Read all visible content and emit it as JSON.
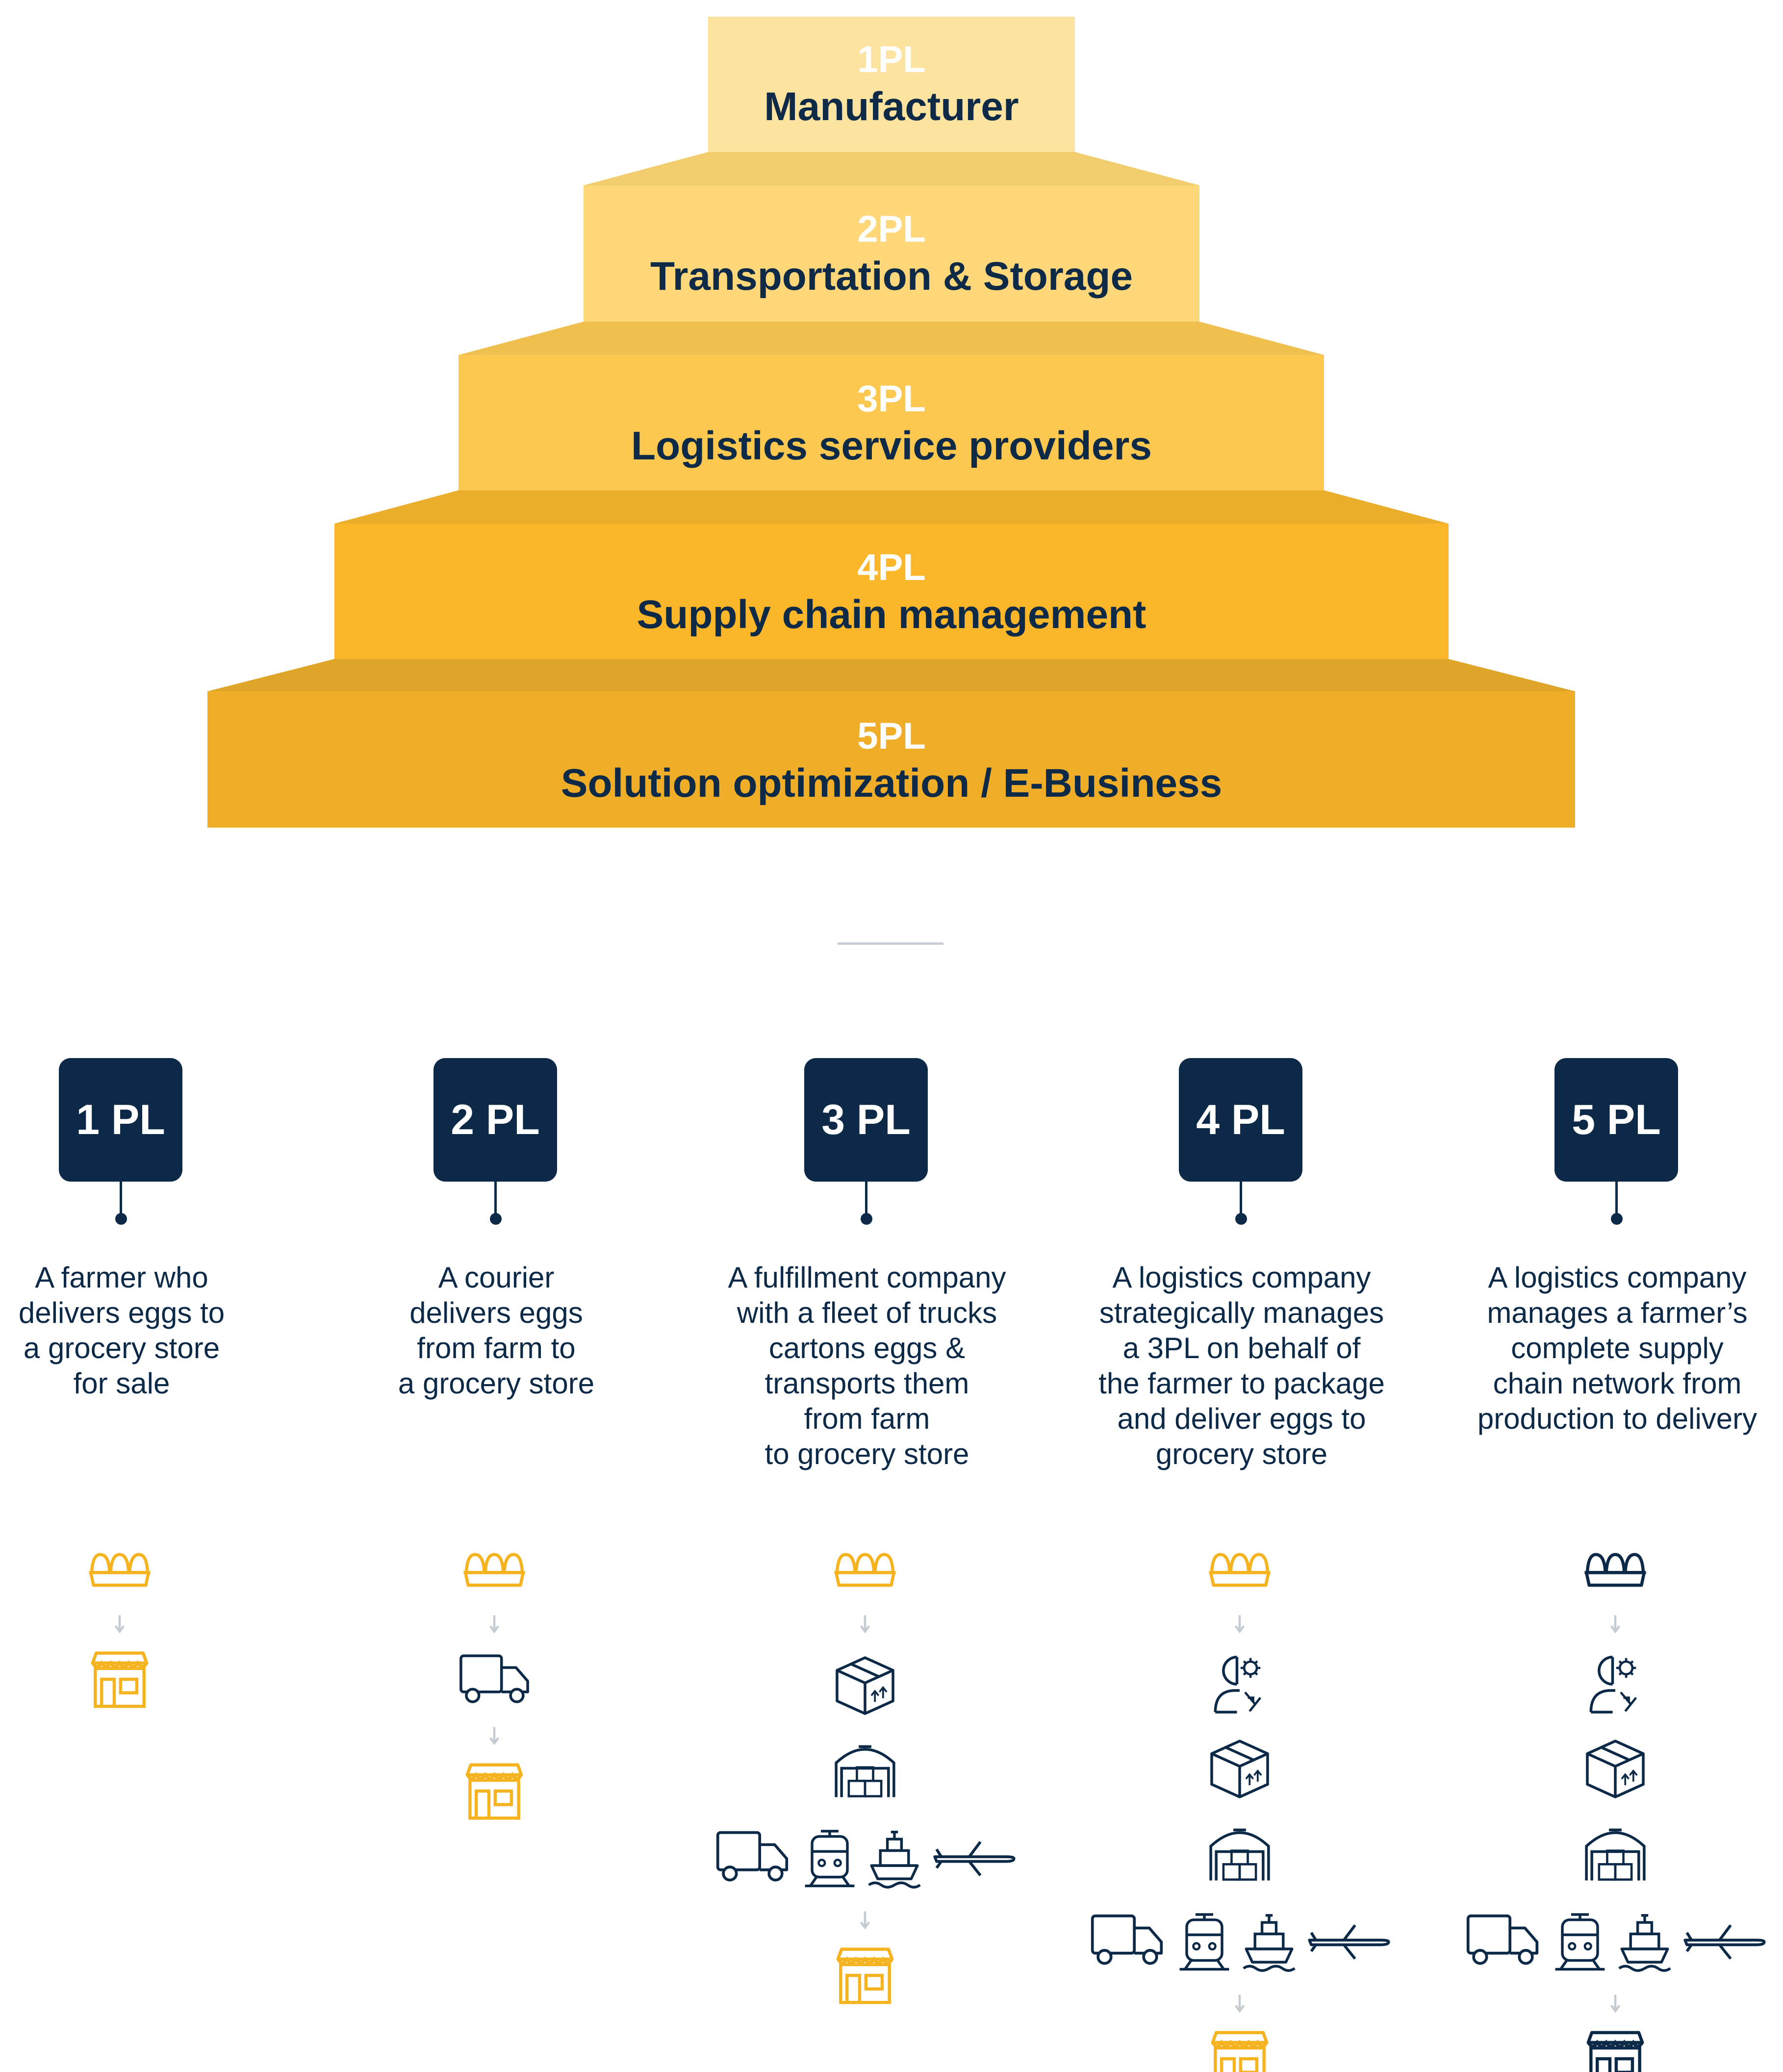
{
  "pyramid": {
    "tiers": [
      {
        "code": "1PL",
        "name": "Manufacturer",
        "color": "#fde3a0"
      },
      {
        "code": "2PL",
        "name": "Transportation & Storage",
        "color": "#fdd779"
      },
      {
        "code": "3PL",
        "name": "Logistics service providers",
        "color": "#fcc850"
      },
      {
        "code": "4PL",
        "name": "Supply chain management",
        "color": "#fbb62a"
      },
      {
        "code": "5PL",
        "name": "Solution optimization / E-Business",
        "color": "#f0ae28"
      }
    ]
  },
  "columns": [
    {
      "badge": "1 PL",
      "desc": [
        "A farmer who",
        "delivers eggs to",
        "a grocery store",
        "for sale"
      ],
      "flow": [
        [
          "eggs"
        ],
        [
          "arrow"
        ],
        [
          "store"
        ]
      ],
      "accent": "#f5b31f"
    },
    {
      "badge": "2 PL",
      "desc": [
        "A courier",
        "delivers eggs",
        "from farm to",
        "a grocery store"
      ],
      "flow": [
        [
          "eggs"
        ],
        [
          "arrow"
        ],
        [
          "truck"
        ],
        [
          "arrow"
        ],
        [
          "store"
        ]
      ],
      "accent": "#f5b31f"
    },
    {
      "badge": "3 PL",
      "desc": [
        "A fulfillment company",
        "with a fleet of trucks",
        "cartons eggs &",
        "transports them",
        "from farm",
        "to grocery store"
      ],
      "flow": [
        [
          "eggs"
        ],
        [
          "arrow"
        ],
        [
          "box"
        ],
        [
          "warehouse"
        ],
        [
          "truck",
          "train",
          "ship",
          "plane"
        ],
        [
          "arrow"
        ],
        [
          "store"
        ]
      ],
      "accent": "#f5b31f"
    },
    {
      "badge": "4 PL",
      "desc": [
        "A logistics company",
        "strategically manages",
        "a 3PL on behalf of",
        "the farmer to package",
        "and deliver eggs to",
        "grocery store"
      ],
      "flow": [
        [
          "eggs"
        ],
        [
          "arrow"
        ],
        [
          "manager"
        ],
        [
          "box"
        ],
        [
          "warehouse"
        ],
        [
          "truck",
          "train",
          "ship",
          "plane"
        ],
        [
          "arrow"
        ],
        [
          "store"
        ]
      ],
      "accent": "#f5b31f"
    },
    {
      "badge": "5 PL",
      "desc": [
        "A logistics company",
        "manages a farmer’s",
        "complete supply",
        "chain network from",
        "production to delivery"
      ],
      "flow": [
        [
          "eggs"
        ],
        [
          "arrow"
        ],
        [
          "manager"
        ],
        [
          "box"
        ],
        [
          "warehouse"
        ],
        [
          "truck",
          "train",
          "ship",
          "plane"
        ],
        [
          "arrow"
        ],
        [
          "store"
        ]
      ],
      "accent": "#0c2a48"
    }
  ]
}
